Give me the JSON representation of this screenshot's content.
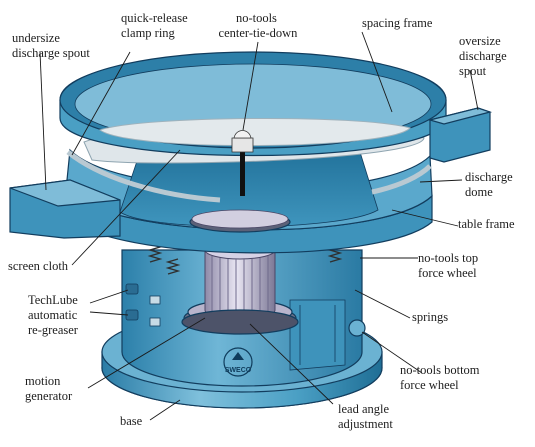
{
  "diagram": {
    "labels": {
      "undersize_spout": [
        "undersize",
        "discharge spout"
      ],
      "clamp_ring": [
        "quick-release",
        "clamp ring"
      ],
      "tie_down": [
        "no-tools",
        "center-tie-down"
      ],
      "spacing_frame": [
        "spacing frame"
      ],
      "oversize_spout": [
        "oversize",
        "discharge",
        "spout"
      ],
      "discharge_dome": [
        "discharge",
        "dome"
      ],
      "table_frame": [
        "table frame"
      ],
      "screen_cloth": [
        "screen cloth"
      ],
      "top_force_wheel": [
        "no-tools top",
        "force wheel"
      ],
      "techlube": [
        "TechLube",
        "automatic",
        "re-greaser"
      ],
      "springs": [
        "springs"
      ],
      "motion_generator": [
        "motion",
        "generator"
      ],
      "bottom_force_wheel": [
        "no-tools bottom",
        "force wheel"
      ],
      "base": [
        "base"
      ],
      "lead_angle": [
        "lead angle",
        "adjustment"
      ]
    },
    "logo_text": "SWECO",
    "colors": {
      "body": "#3f9bc0",
      "body_dark": "#1d6f97",
      "body_light": "#8cc8e0",
      "screen": "#dfe6ea",
      "interior": "#2e7fa8"
    }
  }
}
